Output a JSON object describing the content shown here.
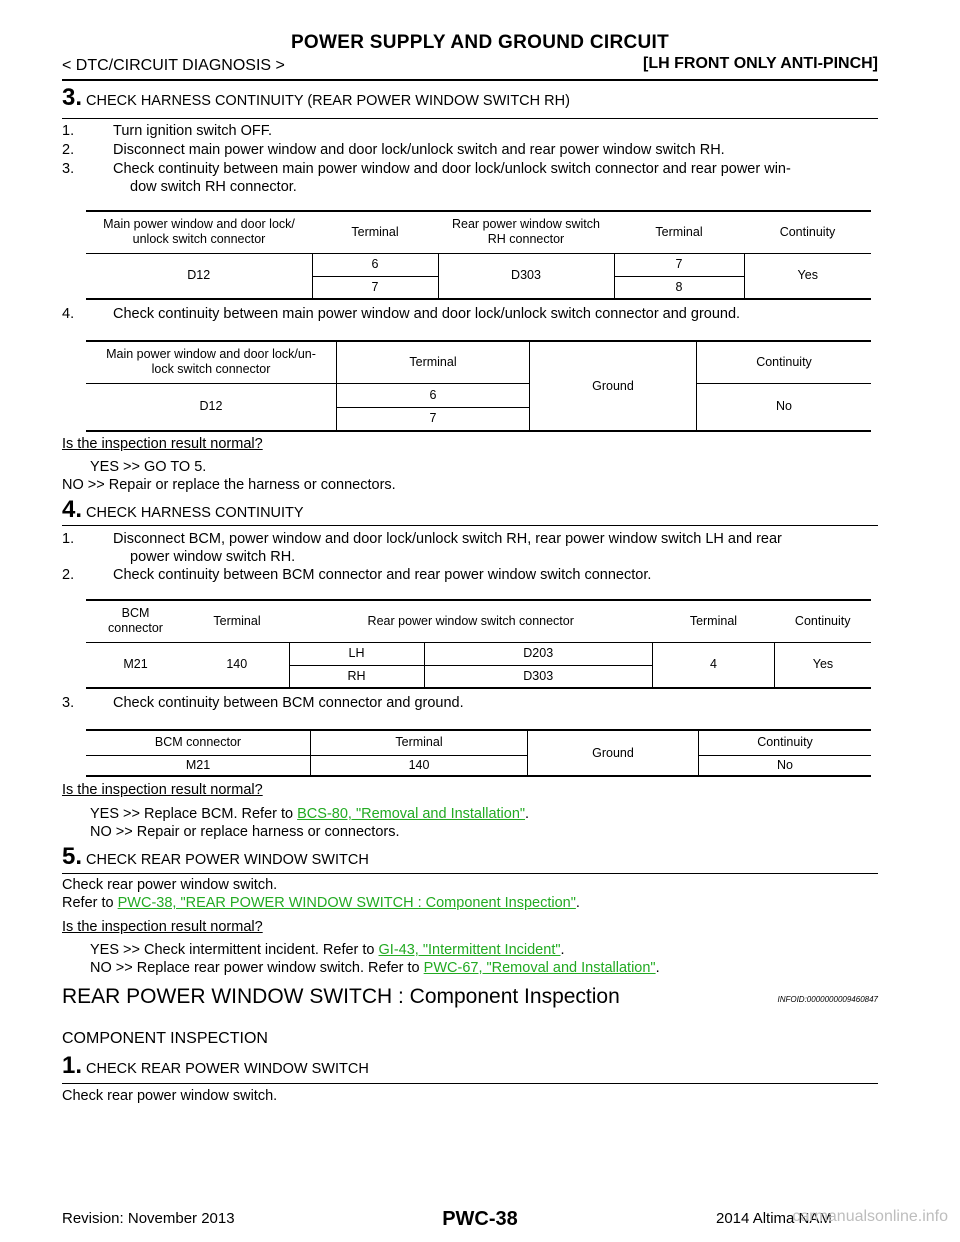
{
  "header": {
    "title": "POWER SUPPLY AND GROUND CIRCUIT",
    "crumb": "< DTC/CIRCUIT DIAGNOSIS >",
    "subtitle": "[LH FRONT ONLY ANTI-PINCH]"
  },
  "s3": {
    "num": "3.",
    "title": "CHECK HARNESS CONTINUITY (REAR POWER WINDOW SWITCH RH)",
    "items": [
      {
        "n": "1.",
        "t": "Turn ignition switch OFF."
      },
      {
        "n": "2.",
        "t": "Disconnect main power window and door lock/unlock switch and rear power window switch RH."
      },
      {
        "n": "3.",
        "t": "Check continuity between main power window and door lock/unlock switch connector and rear power win-",
        "t2": "dow switch RH connector."
      }
    ],
    "table1": {
      "h1": "Main power window and door lock/",
      "h1b": "unlock switch connector",
      "h2": "Terminal",
      "h3": "Rear power window switch",
      "h3b": "RH connector",
      "h4": "Terminal",
      "h5": "Continuity",
      "c1": "D12",
      "t1a": "6",
      "t1b": "7",
      "c3": "D303",
      "t2a": "7",
      "t2b": "8",
      "cont": "Yes"
    },
    "item4": {
      "n": "4.",
      "t": "Check continuity between main power window and door lock/unlock switch connector and ground."
    },
    "table2": {
      "h1": "Main power window and door lock/un-",
      "h1b": "lock switch connector",
      "h2": "Terminal",
      "ground": "Ground",
      "h4": "Continuity",
      "c1": "D12",
      "ta": "6",
      "tb": "7",
      "cont": "No"
    },
    "question": "Is the inspection result normal?",
    "yes": "YES >> GO TO 5.",
    "no": "NO >> Repair or replace the harness or connectors."
  },
  "s4": {
    "num": "4.",
    "title": "CHECK HARNESS CONTINUITY",
    "items": [
      {
        "n": "1.",
        "t": "Disconnect BCM, power window and door lock/unlock switch RH, rear power window switch LH and rear",
        "t2": "power window switch RH."
      },
      {
        "n": "2.",
        "t": "Check continuity between BCM connector and rear power window switch connector."
      }
    ],
    "table3": {
      "h1": "BCM",
      "h1b": "connector",
      "h2": "Terminal",
      "h3": "Rear power window switch connector",
      "h4": "Terminal",
      "h5": "Continuity",
      "c1": "M21",
      "c2": "140",
      "lh": "LH",
      "lhc": "D203",
      "rh": "RH",
      "rhc": "D303",
      "term": "4",
      "cont": "Yes"
    },
    "item3": {
      "n": "3.",
      "t": "Check continuity between BCM connector and ground."
    },
    "table4": {
      "h1": "BCM connector",
      "h2": "Terminal",
      "ground": "Ground",
      "h4": "Continuity",
      "c1": "M21",
      "c2": "140",
      "cont": "No"
    },
    "question": "Is the inspection result normal?",
    "yes_pre": "YES >> Replace BCM. Refer to ",
    "yes_link": "BCS-80, \"Removal and Installation\"",
    "no": "NO >> Repair or replace harness or connectors."
  },
  "s5": {
    "num": "5.",
    "title": "CHECK REAR POWER WINDOW SWITCH",
    "line1": "Check rear power window switch.",
    "refer_pre": "Refer to ",
    "refer_link": "PWC-38, \"REAR POWER WINDOW SWITCH : Component Inspection\"",
    "question": "Is the inspection result normal?",
    "yes_pre": "YES >> Check intermittent incident. Refer to ",
    "yes_link": "GI-43, \"Intermittent Incident\"",
    "no_pre": "NO >> Replace rear power window switch. Refer to ",
    "no_link": "PWC-67, \"Removal and Installation\""
  },
  "component": {
    "heading": "REAR POWER WINDOW SWITCH : Component Inspection",
    "infoid": "INFOID:0000000009460847",
    "sub": "COMPONENT INSPECTION",
    "num": "1.",
    "title": "CHECK REAR POWER WINDOW SWITCH",
    "line": "Check rear power window switch."
  },
  "footer": {
    "revision": "Revision: November 2013",
    "page": "PWC-38",
    "model": "2014 Altima NAM",
    "watermark": "carmanualsonline.info"
  }
}
